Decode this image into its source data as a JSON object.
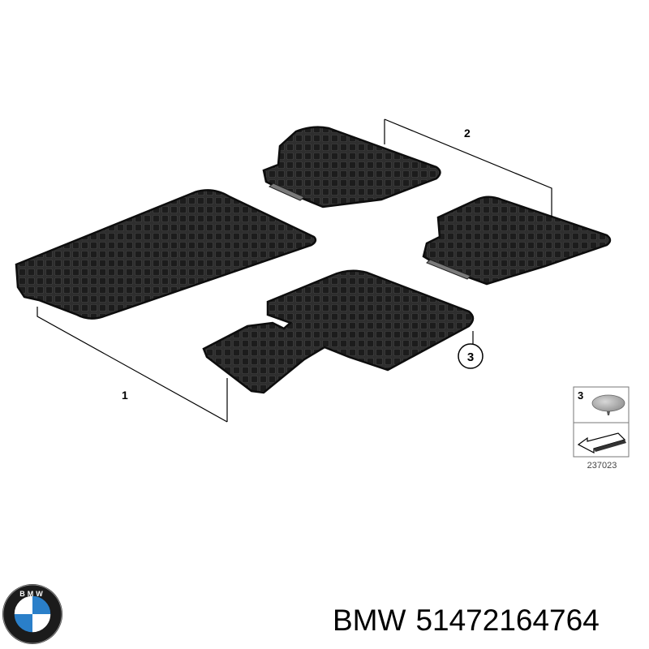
{
  "diagram": {
    "callouts": {
      "item_1": "1",
      "item_2": "2",
      "item_3": "3"
    },
    "legend": {
      "item_number": "3",
      "ref_code": "237023"
    }
  },
  "footer": {
    "brand": "BMW",
    "part_number": "51472164764",
    "logo_text": "BMW"
  },
  "colors": {
    "mat": "#2a2a2a",
    "mat_edge": "#0d0d0d",
    "line": "#000000",
    "logo_blue": "#2a7fc9"
  }
}
